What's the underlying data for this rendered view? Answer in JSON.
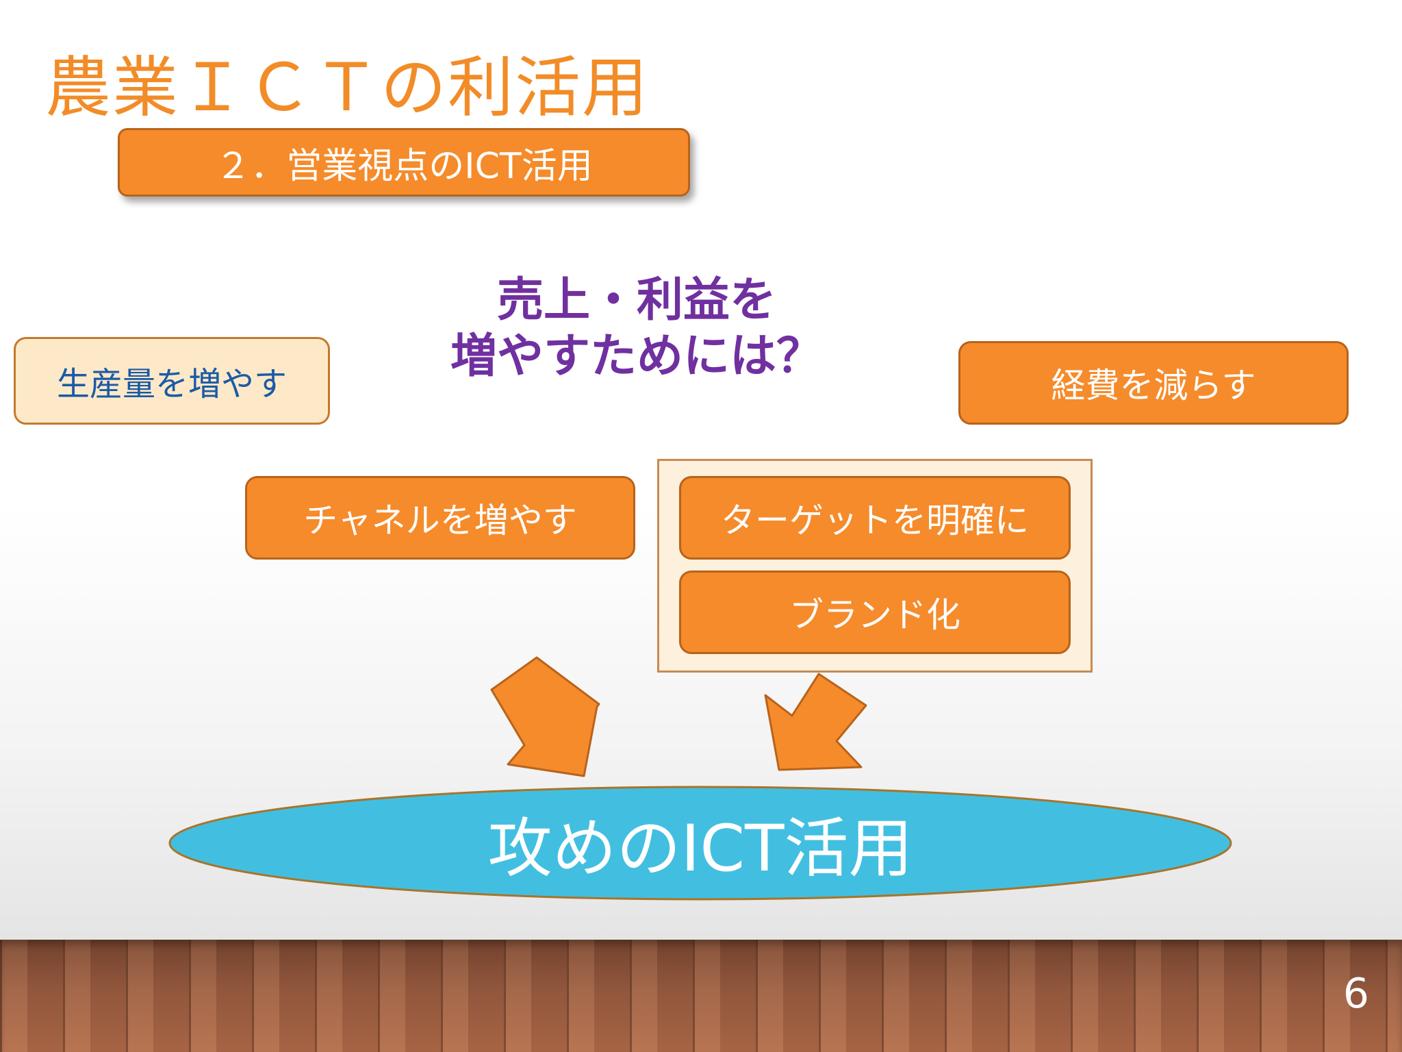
{
  "title": "農業ＩＣＴの利活用",
  "subtitle": "２．営業視点のICT活用",
  "question": [
    "売上・利益を",
    "増やすためには？"
  ],
  "boxes": {
    "produce": "生産量を増やす",
    "reduce_cost": "経費を減らす",
    "channel": "チャネルを増やす",
    "target": "ターゲットを明確に",
    "brand": "ブランド化"
  },
  "goal": "攻めのICT活用",
  "page_number": "6",
  "colors": {
    "accent_orange": "#f58b2b",
    "title_orange": "#f28c28",
    "question_purple": "#7030a0",
    "goal_blue": "#42bfe0",
    "light_box": "#fde9c8"
  }
}
